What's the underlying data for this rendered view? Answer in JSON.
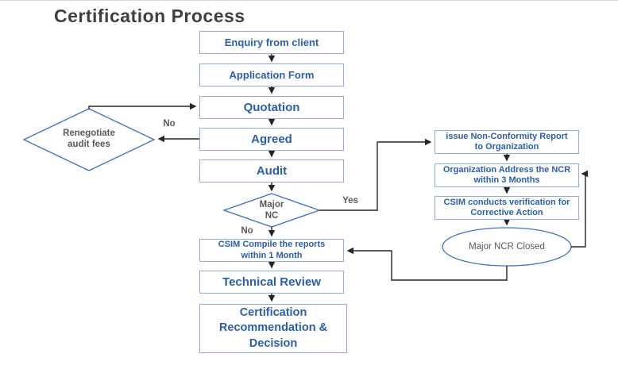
{
  "title": "Certification Process",
  "colors": {
    "box_border": "#8faadc",
    "box_text": "#2c5fa8",
    "shape_border": "#4472c4",
    "gray_text": "#595959",
    "arrow": "#262626",
    "title_text": "#3f3f3f"
  },
  "nodes": {
    "enquiry": {
      "label": "Enquiry from client"
    },
    "application": {
      "label": "Application Form"
    },
    "quotation": {
      "label": "Quotation"
    },
    "agreed": {
      "label": "Agreed"
    },
    "audit": {
      "label": "Audit"
    },
    "major_nc": {
      "line1": "Major",
      "line2": "NC"
    },
    "renegotiate": {
      "line1": "Renegotiate",
      "line2": "audit fees"
    },
    "csim_compile": {
      "line1": "CSIM Compile the reports",
      "line2": "within 1 Month"
    },
    "technical_review": {
      "label": "Technical Review"
    },
    "certification_decision": {
      "line1": "Certification",
      "line2": "Recommendation &",
      "line3": "Decision"
    },
    "issue_ncr": {
      "line1": "issue Non-Conformity Report",
      "line2": "to Organization"
    },
    "org_address": {
      "line1": "Organization Address the NCR",
      "line2": "within 3 Months"
    },
    "csim_verification": {
      "line1": "CSIM conducts verification for",
      "line2": "Corrective Action"
    },
    "major_ncr_closed": {
      "label": "Major NCR Closed"
    }
  },
  "edge_labels": {
    "yes": "Yes",
    "no_agreed": "No",
    "no_major_nc": "No"
  }
}
